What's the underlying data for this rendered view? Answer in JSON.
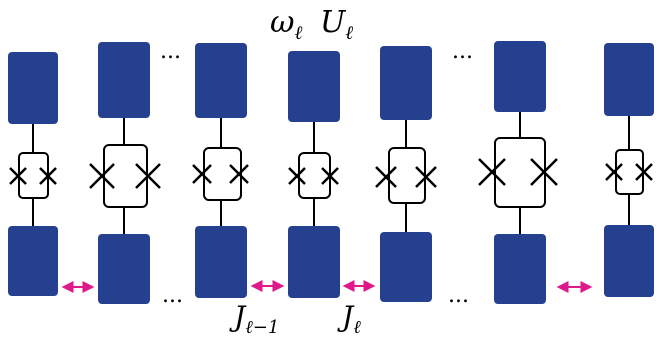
{
  "colors": {
    "qubit_fill": "#25408f",
    "coupler_stroke": "#000000",
    "arrow": "#e0198a",
    "wire": "#000000"
  },
  "labels": {
    "top_omega": "ω",
    "top_omega_sub": "ℓ",
    "top_u": "U",
    "top_u_sub": "ℓ",
    "j_prev": "J",
    "j_prev_sub": "ℓ−1",
    "j_cur": "J",
    "j_cur_sub": "ℓ",
    "ellipsis": "..."
  },
  "elements": {
    "qubit_icon": "qubit-rect",
    "coupler_icon": "squid-box-with-junctions",
    "arrow_icon": "double-headed-arrow"
  }
}
